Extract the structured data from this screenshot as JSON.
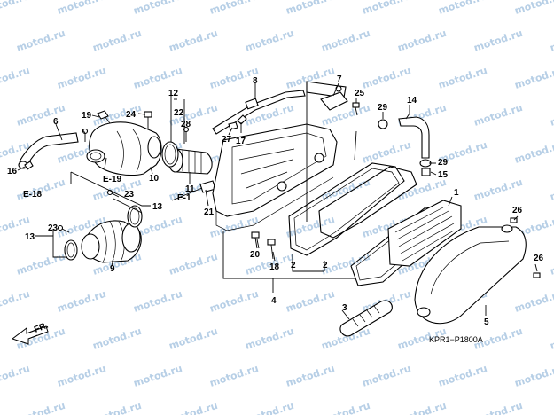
{
  "watermark": "motod.ru",
  "diagram_code": "KPR1−P1800A",
  "direction_label": "FR.",
  "callouts": [
    "1",
    "2",
    "2",
    "3",
    "4",
    "5",
    "6",
    "7",
    "8",
    "9",
    "10",
    "11",
    "12",
    "13",
    "13",
    "14",
    "15",
    "16",
    "17",
    "18",
    "19",
    "20",
    "21",
    "22",
    "23",
    "23",
    "24",
    "25",
    "26",
    "26",
    "27",
    "28",
    "29",
    "29"
  ],
  "references": [
    "E-18",
    "E-19",
    "E-1"
  ],
  "colors": {
    "watermark": "#b7cfe6",
    "ink": "#000000",
    "background": "#ffffff"
  },
  "icons": [
    "front-direction-arrow-icon"
  ]
}
